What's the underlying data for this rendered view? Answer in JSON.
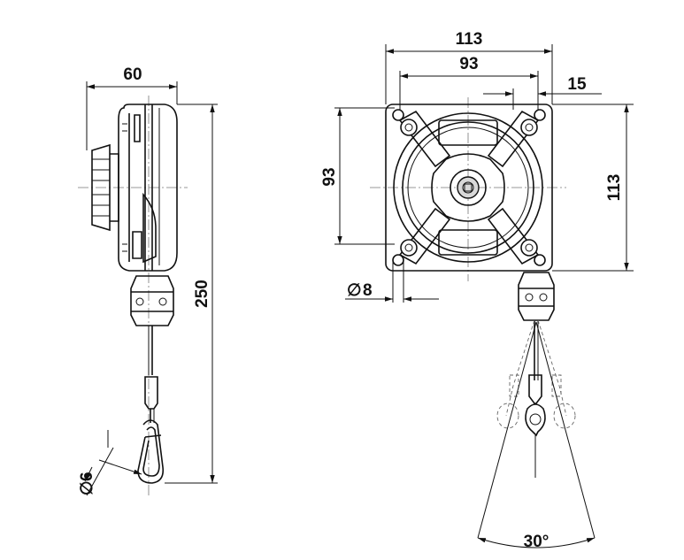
{
  "drawing": {
    "side_view": {
      "width_label": "60",
      "height_label": "250",
      "cable_dia_label": "6"
    },
    "front_view": {
      "outer_width_label": "113",
      "hole_spacing_width_label": "93",
      "offset_label": "15",
      "hole_spacing_height_label": "93",
      "outer_height_label": "113",
      "hole_dia_label": "8",
      "swing_angle_label": "30°"
    },
    "diameter_symbol": "∅"
  }
}
